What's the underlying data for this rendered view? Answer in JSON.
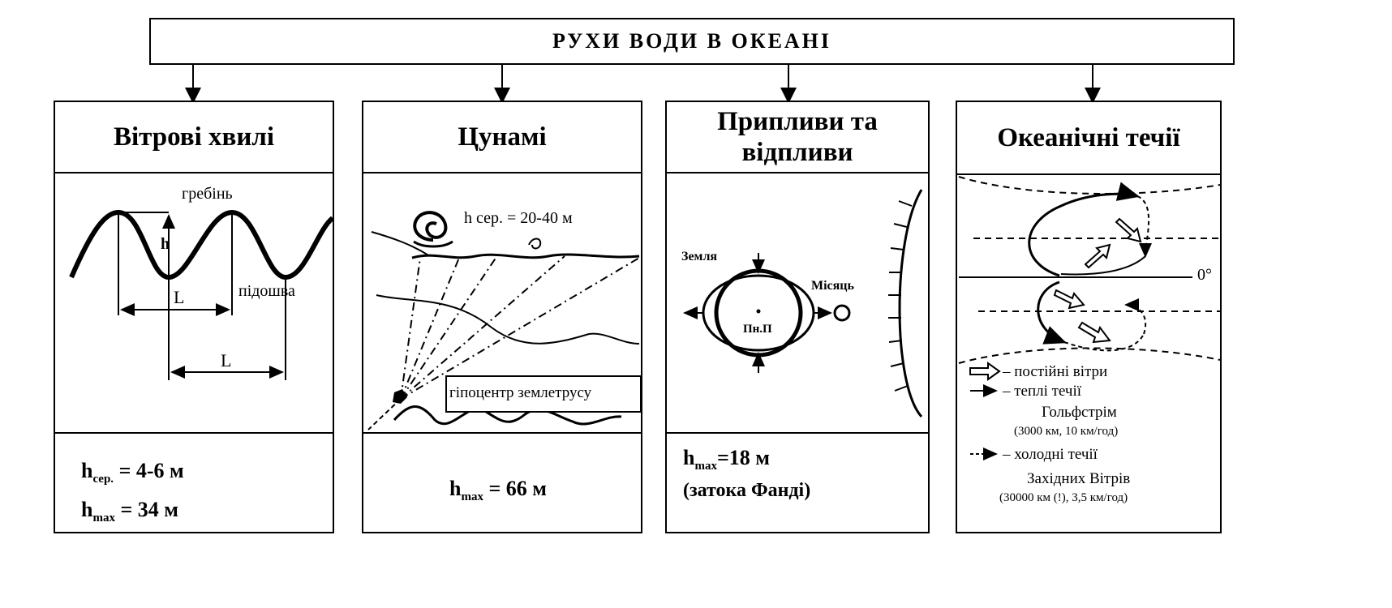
{
  "title": "РУХИ ВОДИ В ОКЕАНІ",
  "columns": [
    {
      "title": "Вітрові хвилі",
      "labels": {
        "crest": "гребінь",
        "height": "h",
        "trough": "підошва",
        "length1": "L",
        "length2": "L"
      },
      "formula1": {
        "h": "h",
        "sub": "сер.",
        "rest": " = 4-6 м"
      },
      "formula2": {
        "h": "h",
        "sub": "max",
        "rest": " = 34 м"
      }
    },
    {
      "title": "Цунамі",
      "labels": {
        "height": "h сер. = 20-40 м",
        "hypocenter": "гіпоцентр землетрусу"
      },
      "formula1": {
        "h": "h",
        "sub": "max",
        "rest": " = 66 м"
      }
    },
    {
      "title_line1": "Припливи та",
      "title_line2": "відпливи",
      "labels": {
        "earth": "Земля",
        "moon": "Місяць",
        "pole": "Пн.П"
      },
      "formula1": {
        "h": "h",
        "sub": "max",
        "rest": "=18 м"
      },
      "formula1_note": "(затока Фанді)"
    },
    {
      "title": "Океанічні течії",
      "labels": {
        "equator": "0°"
      },
      "legend": {
        "winds": "– постійні вітри",
        "warm": "– теплі течії",
        "warm_name": "Гольфстрім",
        "warm_detail": "(3000 км, 10 км/год)",
        "cold": "– холодні течії",
        "cold_name": "Західних Вітрів",
        "cold_detail": "(30000 км (!), 3,5 км/год)"
      }
    }
  ]
}
